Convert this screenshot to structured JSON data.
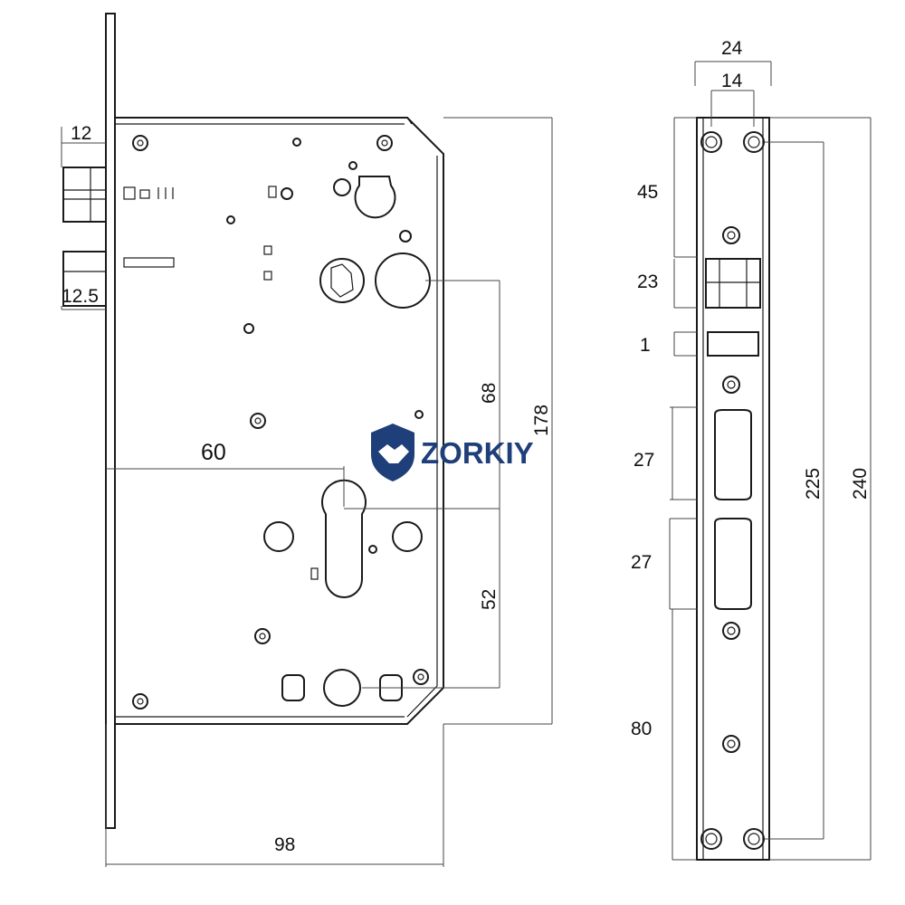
{
  "brand": {
    "name": "ZORKIY",
    "logo_icon": "shield-handshake-icon",
    "color": "#1f3f7a"
  },
  "lock_body": {
    "dims": {
      "latch_height": "12",
      "deadbolt_height": "12.5",
      "backset": "60",
      "handle_to_cylinder": "68",
      "cylinder_to_bottom": "52",
      "body_height": "178",
      "body_width": "98"
    }
  },
  "faceplate": {
    "dims": {
      "plate_width": "24",
      "hole_spacing": "14",
      "top_to_latch": "45",
      "latch_height": "23",
      "gap": "1",
      "bolt_upper": "27",
      "bolt_lower": "27",
      "bottom_section": "80",
      "screw_spacing": "225",
      "plate_length": "240"
    }
  }
}
